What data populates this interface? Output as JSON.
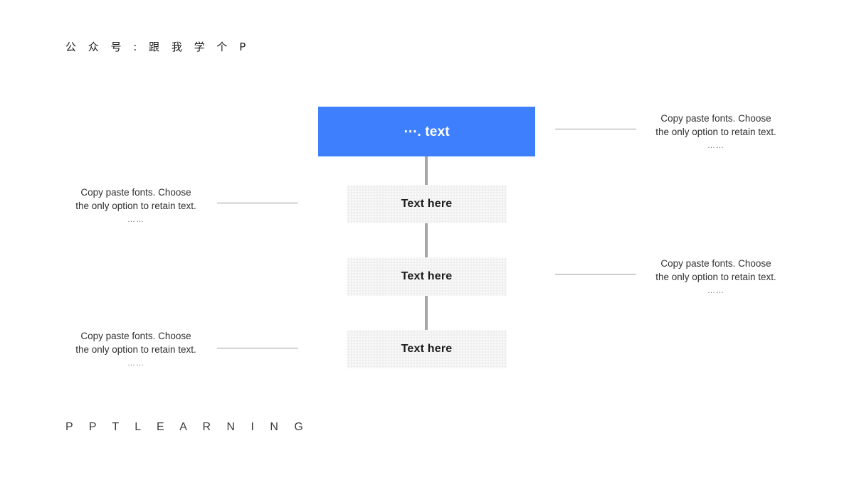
{
  "brand": {
    "header": "公 众 号 :  跟 我 学 个 P",
    "footer": "P P T   L E A R N I N G"
  },
  "flow": {
    "steps": [
      {
        "label": "⋯. text",
        "style": "primary"
      },
      {
        "label": "Text here",
        "style": "secondary"
      },
      {
        "label": "Text here",
        "style": "secondary"
      },
      {
        "label": "Text here",
        "style": "secondary"
      }
    ]
  },
  "notes": [
    {
      "position": "right",
      "line1": "Copy paste fonts. Choose",
      "line2": "the only option to retain text.",
      "ellipsis": "……"
    },
    {
      "position": "left",
      "line1": "Copy paste fonts. Choose",
      "line2": "the only option to retain text.",
      "ellipsis": "……"
    },
    {
      "position": "right",
      "line1": "Copy paste fonts. Choose",
      "line2": "the only option to retain text.",
      "ellipsis": "……"
    },
    {
      "position": "left",
      "line1": "Copy paste fonts. Choose",
      "line2": "the only option to retain text.",
      "ellipsis": "……"
    }
  ],
  "colors": {
    "primary_box": "#3d7ffc",
    "secondary_box": "#f0f0f0",
    "connector": "#a6a6a6",
    "leader_line": "#9b9b9b",
    "text_dark": "#1c1c1c"
  }
}
